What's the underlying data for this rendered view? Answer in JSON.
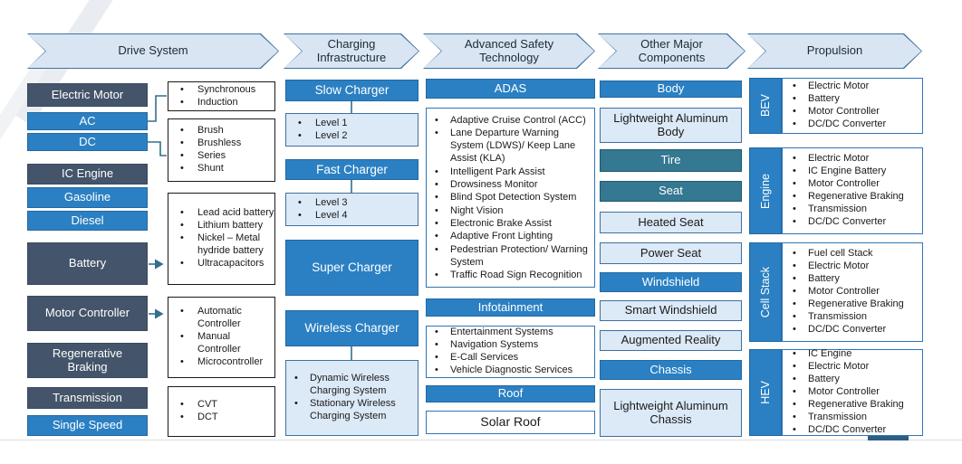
{
  "headers": {
    "drive_system": "Drive System",
    "charging_infrastructure": "Charging Infrastructure",
    "advanced_safety": "Advanced Safety Technology",
    "other_components": "Other Major Components",
    "propulsion": "Propulsion"
  },
  "drive_system": {
    "boxes": {
      "electric_motor": "Electric Motor",
      "ac": "AC",
      "dc": "DC",
      "ic_engine": "IC Engine",
      "gasoline": "Gasoline",
      "diesel": "Diesel",
      "battery": "Battery",
      "motor_controller": "Motor Controller",
      "regenerative_braking": "Regenerative Braking",
      "transmission": "Transmission",
      "single_speed": "Single Speed"
    },
    "lists": {
      "ac_types": [
        "Synchronous",
        "Induction"
      ],
      "dc_types": [
        "Brush",
        "Brushless",
        "Series",
        "Shunt"
      ],
      "battery_types": [
        "Lead acid battery",
        "Lithium battery",
        "Nickel – Metal hydride battery",
        "Ultracapacitors"
      ],
      "controller_types": [
        "Automatic Controller",
        "Manual Controller",
        "Microcontroller"
      ],
      "transmission_types": [
        "CVT",
        "DCT"
      ]
    }
  },
  "charging": {
    "slow_charger": "Slow Charger",
    "slow_levels": [
      "Level 1",
      "Level 2"
    ],
    "fast_charger": "Fast Charger",
    "fast_levels": [
      "Level 3",
      "Level 4"
    ],
    "super_charger": "Super Charger",
    "wireless_charger": "Wireless Charger",
    "wireless_types": [
      "Dynamic Wireless Charging System",
      "Stationary Wireless Charging System"
    ]
  },
  "safety": {
    "adas": "ADAS",
    "adas_items": [
      "Adaptive Cruise Control (ACC)",
      "Lane Departure Warning System (LDWS)/ Keep Lane Assist (KLA)",
      "Intelligent Park Assist",
      "Drowsiness Monitor",
      "Blind Spot Detection System",
      "Night Vision",
      "Electronic Brake Assist",
      "Adaptive Front Lighting",
      "Pedestrian Protection/ Warning System",
      "Traffic Road Sign Recognition"
    ],
    "infotainment": "Infotainment",
    "infotainment_items": [
      "Entertainment Systems",
      "Navigation Systems",
      "E-Call Services",
      "Vehicle Diagnostic Services"
    ],
    "roof": "Roof",
    "solar_roof": "Solar Roof"
  },
  "components": {
    "body": "Body",
    "lightweight_body": "Lightweight Aluminum Body",
    "tire": "Tire",
    "seat": "Seat",
    "heated_seat": "Heated Seat",
    "power_seat": "Power Seat",
    "windshield": "Windshield",
    "smart_windshield": "Smart Windshield",
    "augmented_reality": "Augmented Reality",
    "chassis": "Chassis",
    "lightweight_chassis": "Lightweight Aluminum Chassis"
  },
  "propulsion": {
    "bev": {
      "label": "BEV",
      "items": [
        "Electric Motor",
        "Battery",
        "Motor Controller",
        "DC/DC Converter"
      ]
    },
    "engine": {
      "label": "Engine",
      "items": [
        "Electric Motor",
        "IC Engine Battery",
        "Motor Controller",
        "Regenerative Braking",
        "Transmission",
        "DC/DC Converter"
      ]
    },
    "cell_stack": {
      "label": "Cell Stack",
      "items": [
        "Fuel cell Stack",
        "Electric Motor",
        "Battery",
        "Motor Controller",
        "Regenerative Braking",
        "Transmission",
        "DC/DC Converter"
      ]
    },
    "hev": {
      "label": "HEV",
      "items": [
        "IC Engine",
        "Electric Motor",
        "Battery",
        "Motor Controller",
        "Regenerative Braking",
        "Transmission",
        "DC/DC Converter"
      ]
    }
  },
  "colors": {
    "accent_blue": "#2B80C3",
    "dark_slate": "#44546A",
    "teal": "#347891",
    "light_blue_fill": "#DCE9F7",
    "chevron_fill": "#D9E5F3",
    "border_blue": "#41719C",
    "connector": "#31708F",
    "footer_navy": "#2C5F83"
  }
}
